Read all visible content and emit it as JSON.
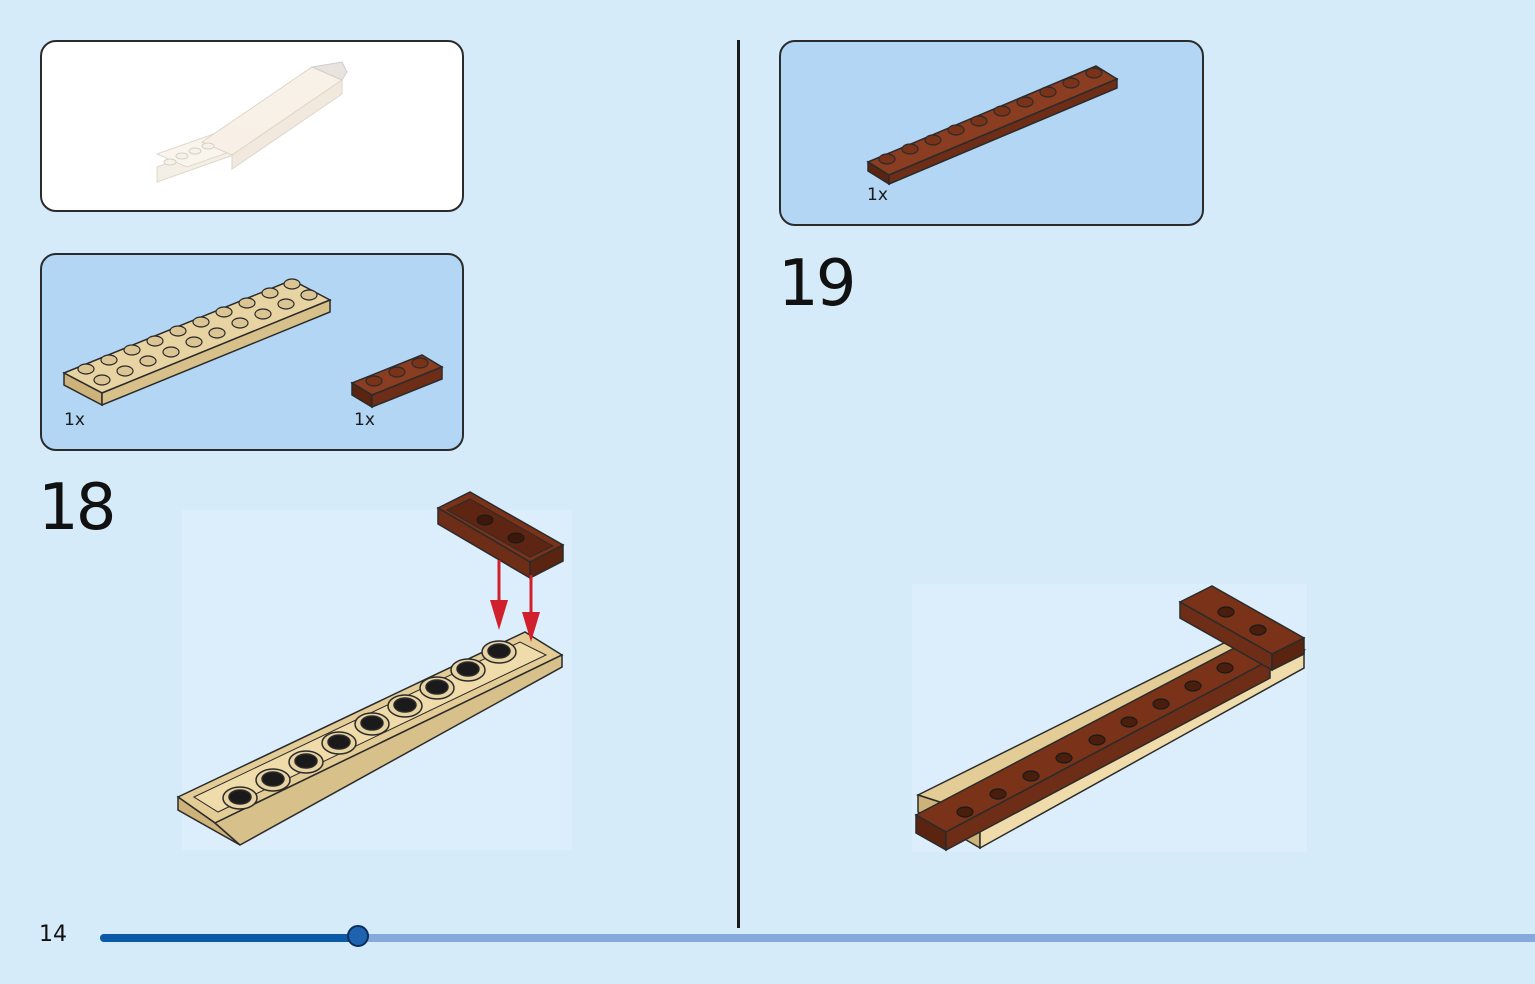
{
  "page": {
    "number": "14"
  },
  "steps": [
    {
      "number": "18",
      "parts": [
        {
          "qty": "1x",
          "color": "#dcc594",
          "icon": "tan-plate-2x8"
        },
        {
          "qty": "1x",
          "color": "#6e2d17",
          "icon": "brown-plate-1x3"
        }
      ]
    },
    {
      "number": "19",
      "parts": [
        {
          "qty": "1x",
          "color": "#6e2d17",
          "icon": "brown-plate-1x10"
        }
      ]
    }
  ],
  "progress": {
    "fraction": 0.18
  },
  "colors": {
    "background": "#d6ebfa",
    "parts_panel": "#b3d6f4",
    "progress_done": "#0b5aa8",
    "progress_rest": "#86a9dc",
    "arrow": "#d0202c"
  }
}
